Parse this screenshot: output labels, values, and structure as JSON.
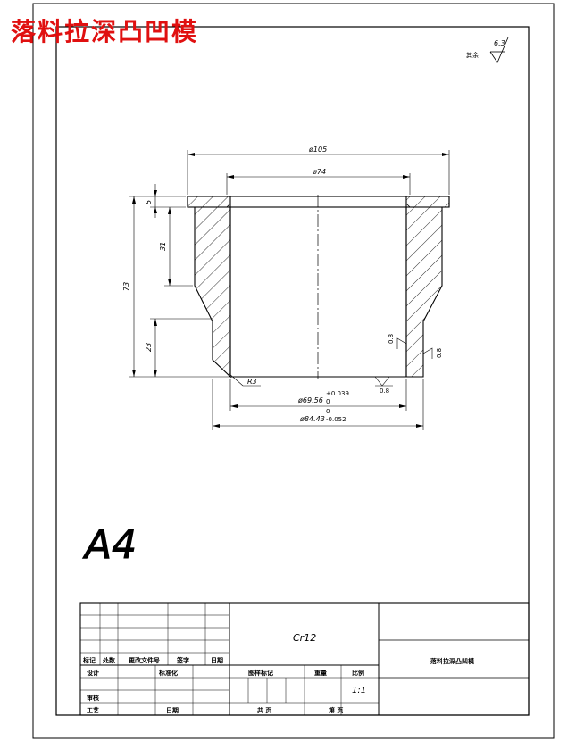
{
  "title_overlay": "落料拉深凸凹模",
  "roughness_note": {
    "label": "其余",
    "value": "6.3"
  },
  "dimensions": {
    "d105": "ø105",
    "d74": "ø74",
    "h5": "5",
    "h31": "31",
    "h73": "73",
    "h23": "23",
    "r3": "R3",
    "d69": "ø69.56",
    "d69_tol_upper": "+0.039",
    "d69_tol_lower": "0",
    "d84": "ø84.43",
    "d84_tol_upper": "0",
    "d84_tol_lower": "-0.052",
    "rough_08_a": "0.8",
    "rough_08_b": "0.8",
    "rough_08_c": "0.8"
  },
  "sheet_size": "A4",
  "title_block": {
    "material": "Cr12",
    "part_name": "落料拉深凸凹模",
    "row_labels": [
      "标记",
      "处数",
      "更改文件号",
      "签字",
      "日期"
    ],
    "designer": "设计",
    "standardized": "标准化",
    "checker": "审核",
    "process": "工艺",
    "date": "日期",
    "stage_mark": "图样标记",
    "weight": "重量",
    "scale": "比例",
    "scale_value": "1:1",
    "sheets_total": "共  页",
    "sheet_no": "第  页"
  }
}
